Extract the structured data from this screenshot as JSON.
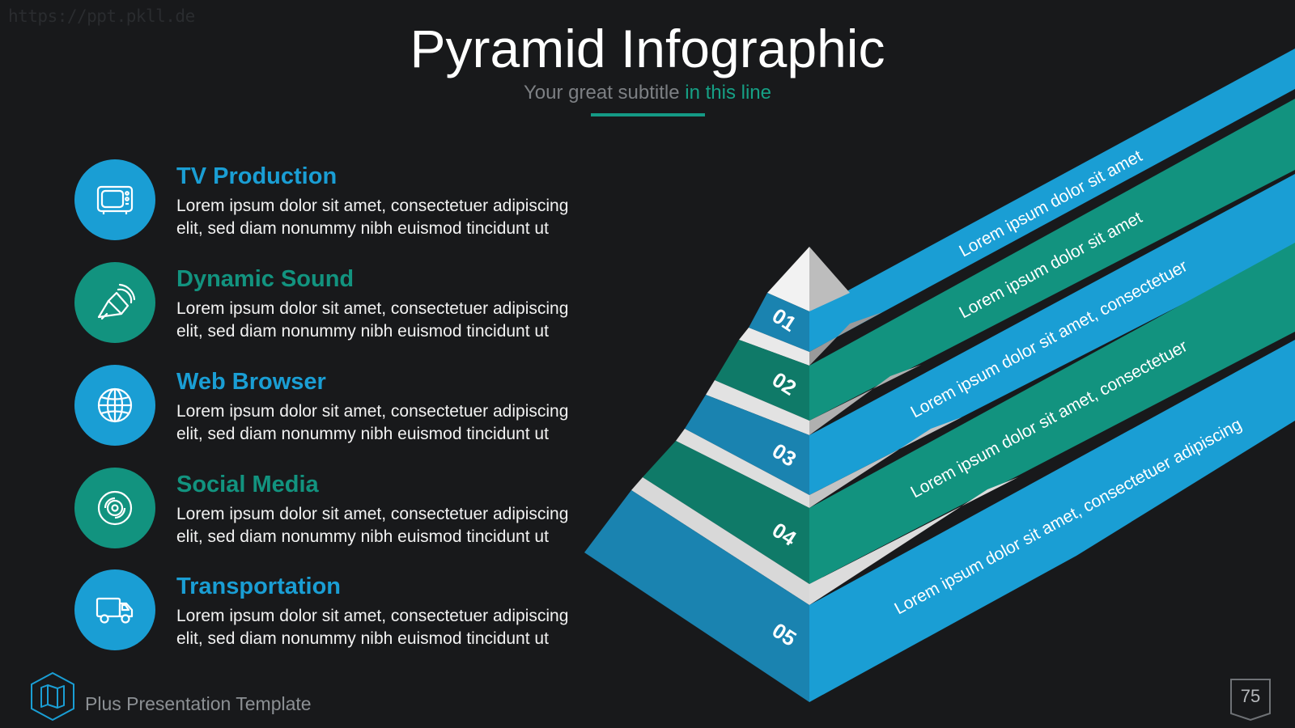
{
  "watermark": "https://ppt.pkll.de",
  "title": "Pyramid Infographic",
  "subtitle": {
    "main": "Your great subtitle ",
    "accent": "in this line"
  },
  "items": [
    {
      "heading": "TV Production",
      "text": "Lorem ipsum dolor sit amet, consectetuer adipiscing elit, sed diam nonummy nibh euismod tincidunt ut",
      "icon": "tv-icon",
      "color": "#1a9ed4"
    },
    {
      "heading": "Dynamic Sound",
      "text": "Lorem ipsum dolor sit amet, consectetuer adipiscing elit, sed diam nonummy nibh euismod tincidunt ut",
      "icon": "speaker-icon",
      "color": "#12937f"
    },
    {
      "heading": "Web Browser",
      "text": "Lorem ipsum dolor sit amet, consectetuer adipiscing elit, sed diam nonummy nibh euismod tincidunt ut",
      "icon": "globe-icon",
      "color": "#1a9ed4"
    },
    {
      "heading": "Social Media",
      "text": "Lorem ipsum dolor sit amet, consectetuer adipiscing elit, sed diam nonummy nibh euismod tincidunt ut",
      "icon": "disc-icon",
      "color": "#12937f"
    },
    {
      "heading": "Transportation",
      "text": "Lorem ipsum dolor sit amet, consectetuer adipiscing elit, sed diam nonummy nibh euismod tincidunt ut",
      "icon": "truck-icon",
      "color": "#1a9ed4"
    }
  ],
  "pyramid": {
    "levels": [
      {
        "number": "01",
        "ribbon_text": "Lorem ipsum dolor sit amet"
      },
      {
        "number": "02",
        "ribbon_text": "Lorem ipsum dolor sit amet"
      },
      {
        "number": "03",
        "ribbon_text": "Lorem ipsum dolor sit amet, consectetuer"
      },
      {
        "number": "04",
        "ribbon_text": "Lorem ipsum dolor sit amet, consectetuer"
      },
      {
        "number": "05",
        "ribbon_text": "Lorem ipsum dolor sit amet, consectetuer adipiscing"
      }
    ]
  },
  "footer": {
    "template_name": "Plus Presentation Template",
    "page_number": "75",
    "logo_icon": "map-icon"
  },
  "colors": {
    "blue": "#1a9ed4",
    "green": "#12937f",
    "background": "#18191b"
  }
}
